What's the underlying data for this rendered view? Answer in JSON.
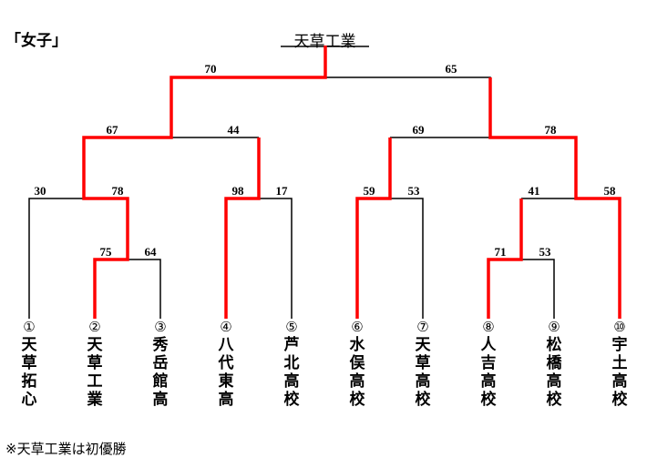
{
  "title": "「女子」",
  "champion": "天草工業",
  "note": "※天草工業は初優勝",
  "teams": [
    {
      "num": "①",
      "name": "天草拓心"
    },
    {
      "num": "②",
      "name": "天草工業"
    },
    {
      "num": "③",
      "name": "秀岳館高"
    },
    {
      "num": "④",
      "name": "八代東高"
    },
    {
      "num": "⑤",
      "name": "芦北高校"
    },
    {
      "num": "⑥",
      "name": "水俣高校"
    },
    {
      "num": "⑦",
      "name": "天草高校"
    },
    {
      "num": "⑧",
      "name": "人吉高校"
    },
    {
      "num": "⑨",
      "name": "松橋高校"
    },
    {
      "num": "⑩",
      "name": "宇土高校"
    }
  ],
  "scores": {
    "final": [
      "70",
      "65"
    ],
    "semi_left": [
      "67",
      "44"
    ],
    "semi_right": [
      "69",
      "78"
    ],
    "qf1": [
      "30",
      "78"
    ],
    "qf2": [
      "98",
      "17"
    ],
    "qf3": [
      "59",
      "53"
    ],
    "qf4": [
      "41",
      "58"
    ],
    "r1_left": [
      "75",
      "64"
    ],
    "r1_right": [
      "71",
      "53"
    ]
  },
  "colors": {
    "winner_line": "#ff0000",
    "line": "#000000"
  }
}
